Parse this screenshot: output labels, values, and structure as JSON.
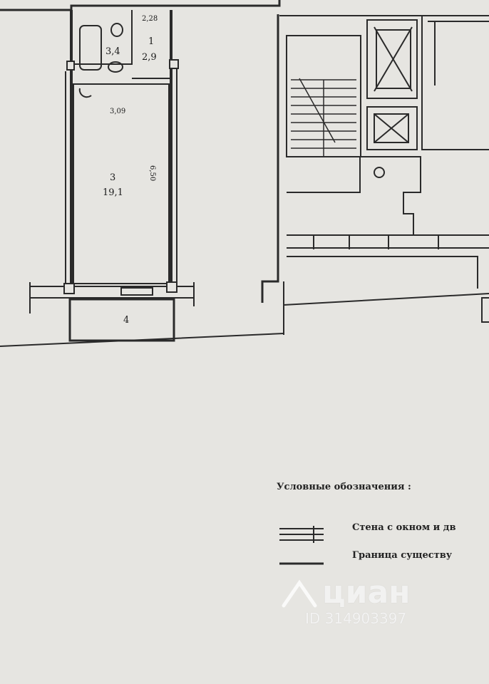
{
  "plan": {
    "room_1": {
      "number": "1",
      "area": "2,9"
    },
    "bath_area": "3,4",
    "toilet_dim": "2,28",
    "room_3": {
      "number": "3",
      "area": "19,1"
    },
    "room_3_width": "3,09",
    "room_3_length": "6,50",
    "balcony": {
      "number": "4"
    }
  },
  "legend": {
    "title": "Условные обозначения :",
    "item_wall": "Стена с окном и дв",
    "item_border": "Граница существу"
  },
  "watermark": {
    "brand": "циан",
    "id_text": "ID 314903397",
    "icon": "cian-house-icon"
  },
  "colors": {
    "paper": "#e6e5e1",
    "ink": "#2a2a2a",
    "watermark": "#ffffff"
  }
}
